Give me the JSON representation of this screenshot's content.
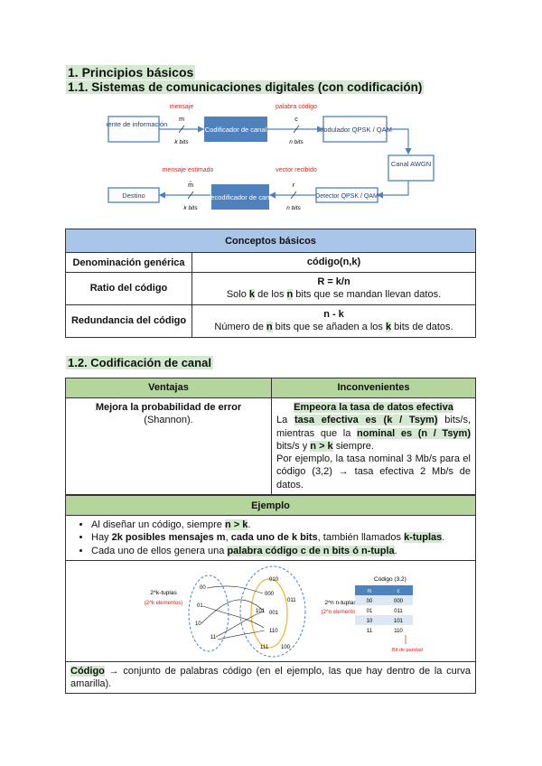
{
  "headings": {
    "h1": "1. Principios básicos",
    "h1_1": "1.1. Sistemas de comunicaciones digitales (con codificación)",
    "h1_2": "1.2. Codificación de canal"
  },
  "diagram": {
    "top_labels": [
      "mensaje",
      "palabra código"
    ],
    "top_symbols": [
      "m",
      "c"
    ],
    "top_bits": [
      "k bits",
      "n bits"
    ],
    "boxes_top": [
      "Fuente de información",
      "Codificador de canal",
      "Modulador QPSK / QAM"
    ],
    "channel": "Canal AWGN",
    "boxes_bottom": [
      "Destino",
      "Decodificador de canal",
      "Detector QPSK / QAM"
    ],
    "bottom_labels": [
      "mensaje estimado",
      "vector recibido"
    ],
    "bottom_symbols": [
      "m̂",
      "r"
    ],
    "bottom_bits": [
      "k bits",
      "n bits"
    ],
    "colors": {
      "box": "#4f81bd",
      "red": "#d9261c"
    }
  },
  "conceptos": {
    "title": "Conceptos básicos",
    "rows": [
      {
        "label": "Denominación genérica",
        "val1": "código(n,k)"
      },
      {
        "label": "Ratio del código",
        "val1": "R = k/n",
        "val2_a": "Solo ",
        "val2_k": "k",
        "val2_b": " de los ",
        "val2_n": "n",
        "val2_c": " bits que se mandan llevan datos."
      },
      {
        "label": "Redundancia del código",
        "val1": "n - k",
        "val2_a": "Número de ",
        "val2_n": "n",
        "val2_b": " bits que se añaden a los ",
        "val2_k": "k",
        "val2_c": " bits de datos."
      }
    ]
  },
  "canal": {
    "col1": "Ventajas",
    "col2": "Inconvenientes",
    "vent_bold": "Mejora la probabilidad de error",
    "vent_rest": "(Shannon).",
    "inc_title": "Empeora la tasa de datos efectiva",
    "inc_p1_a": "La ",
    "inc_p1_b": "tasa efectiva es (k / Tsym)",
    "inc_p1_c": " bits/s, mientras que la ",
    "inc_p1_d": "nominal es (n / Tsym)",
    "inc_p1_e": " bits/s y ",
    "inc_p1_f": "n > k",
    "inc_p1_g": " siempre.",
    "inc_p2": "Por ejemplo, la tasa nominal 3 Mb/s para el código (3,2) → tasa efectiva 2 Mb/s de datos."
  },
  "ejemplo": {
    "title": "Ejemplo",
    "b1_a": "Al diseñar un código, siempre ",
    "b1_b": "n > k",
    "b1_c": ".",
    "b2_a": "Hay ",
    "b2_b": "2k posibles mensajes m",
    "b2_c": ", ",
    "b2_d": "cada uno de k bits",
    "b2_e": ", también llamados ",
    "b2_f": "k-tuplas",
    "b2_g": ".",
    "b3_a": "Cada uno de ellos genera una ",
    "b3_b": "palabra código c de n bits ó n-tupla",
    "b3_c": ".",
    "fig": {
      "left_label": "2^k-tuplas",
      "left_sub": "(2^k elementos)",
      "right_label": "2^n n-tuplas",
      "right_sub": "(2^n elementos)",
      "left_items": [
        "00",
        "01",
        "10",
        "11"
      ],
      "right_items": [
        "010",
        "000",
        "011",
        "101",
        "001",
        "110",
        "111",
        "100"
      ],
      "table_title": "Código (3,2)",
      "table_head": [
        "m",
        "c"
      ],
      "table_rows": [
        [
          "00",
          "000"
        ],
        [
          "01",
          "011"
        ],
        [
          "10",
          "101"
        ],
        [
          "11",
          "110"
        ]
      ],
      "parity_label": "Bit de paridad"
    },
    "foot_a": "Código",
    "foot_b": " → conjunto de palabras código (en el ejemplo, las que hay dentro de la curva amarilla)."
  }
}
